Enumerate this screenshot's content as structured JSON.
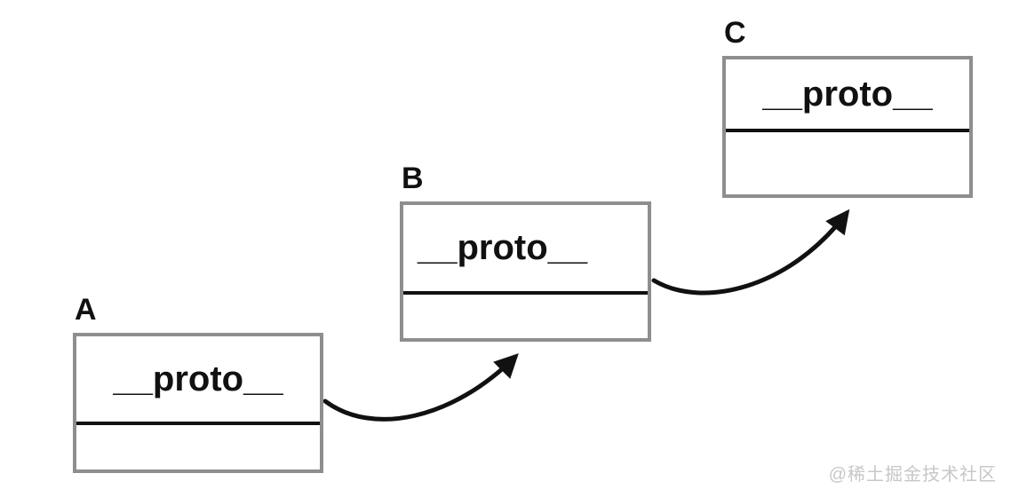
{
  "diagram": {
    "boxes": [
      {
        "id": "A",
        "label": "A",
        "field": "__proto__"
      },
      {
        "id": "B",
        "label": "B",
        "field": "__proto__"
      },
      {
        "id": "C",
        "label": "C",
        "field": "__proto__"
      }
    ],
    "arrows": [
      {
        "from": "A",
        "to": "B",
        "meaning": "A.__proto__ points to B"
      },
      {
        "from": "B",
        "to": "C",
        "meaning": "B.__proto__ points to C"
      }
    ],
    "colors": {
      "background": "#ffffff",
      "box_border": "#8e8e8e",
      "divider": "#111111",
      "arrow": "#111111",
      "text": "#111111",
      "watermark": "#c7c7c7"
    }
  },
  "watermark": {
    "text": "@稀土掘金技术社区"
  }
}
